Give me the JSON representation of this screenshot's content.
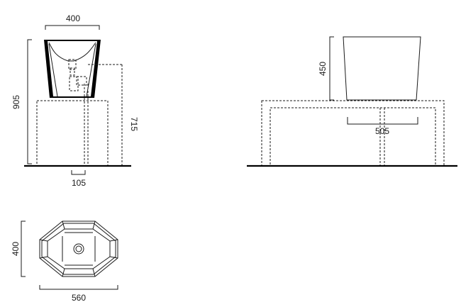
{
  "drawing": {
    "front_view": {
      "width_label": "400",
      "total_height_label": "905",
      "pedestal_height_label": "715",
      "drain_offset_label": "105"
    },
    "side_view": {
      "basin_height_label": "450",
      "inset_width_label": "505"
    },
    "top_view": {
      "depth_label": "400",
      "width_label": "560"
    },
    "colors": {
      "line": "#1a1a1a",
      "floor": "#000000"
    }
  }
}
